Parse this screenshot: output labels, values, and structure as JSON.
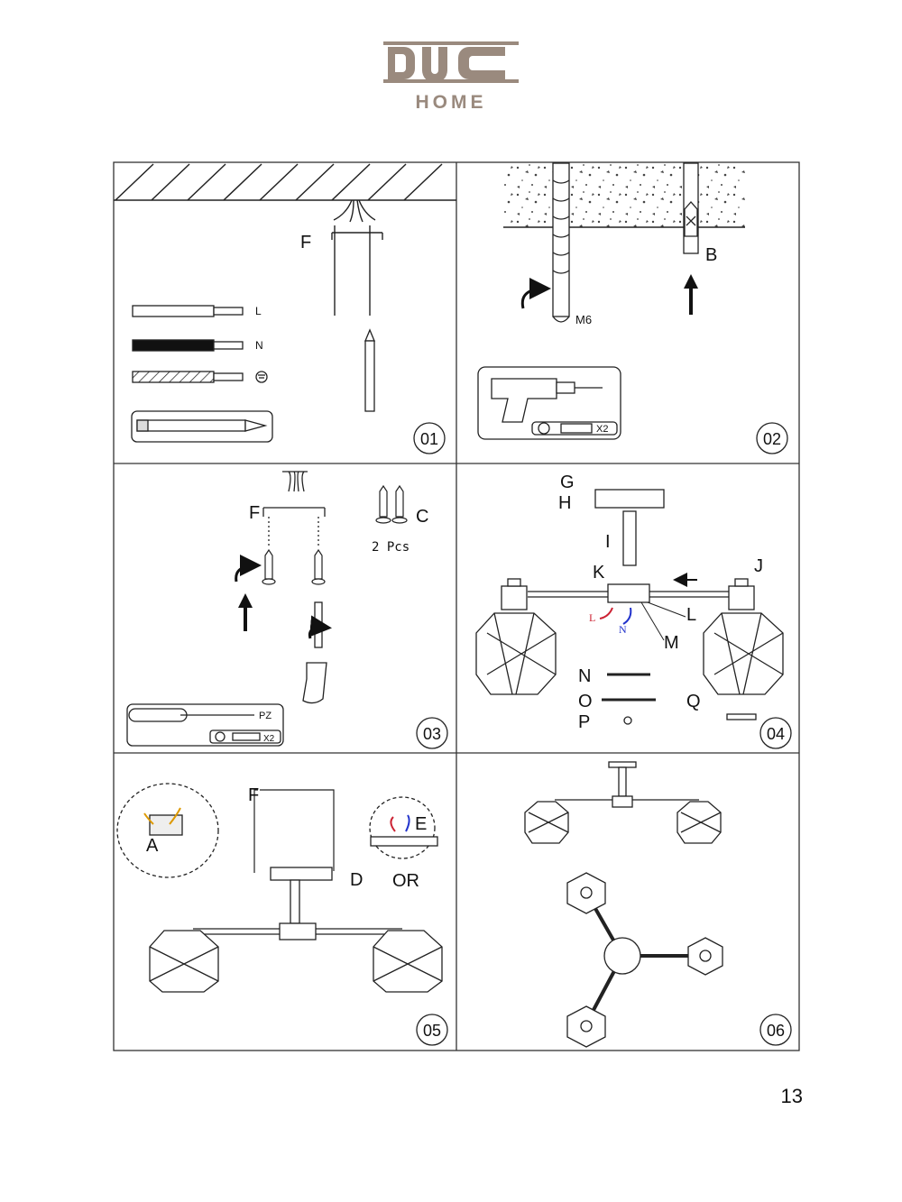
{
  "brand": {
    "name": "DUO",
    "sub": "HOME",
    "color": "#9a8a7e"
  },
  "page_number": "13",
  "steps": {
    "s01": {
      "num": "01",
      "label_f": "F",
      "wire_l": "L",
      "wire_n": "N"
    },
    "s02": {
      "num": "02",
      "label_b": "B",
      "drill_size": "M6",
      "qty": "X2"
    },
    "s03": {
      "num": "03",
      "label_f": "F",
      "label_c": "C",
      "pcs": "2 Pcs",
      "pz": "PZ",
      "qty": "X2"
    },
    "s04": {
      "num": "04",
      "g": "G",
      "h": "H",
      "i": "I",
      "j": "J",
      "k": "K",
      "l": "L",
      "m": "M",
      "n": "N",
      "o": "O",
      "p": "P",
      "q": "Q",
      "wire_l": "L",
      "wire_n": "N"
    },
    "s05": {
      "num": "05",
      "a": "A",
      "d": "D",
      "e": "E",
      "f": "F",
      "or": "OR"
    },
    "s06": {
      "num": "06"
    }
  }
}
